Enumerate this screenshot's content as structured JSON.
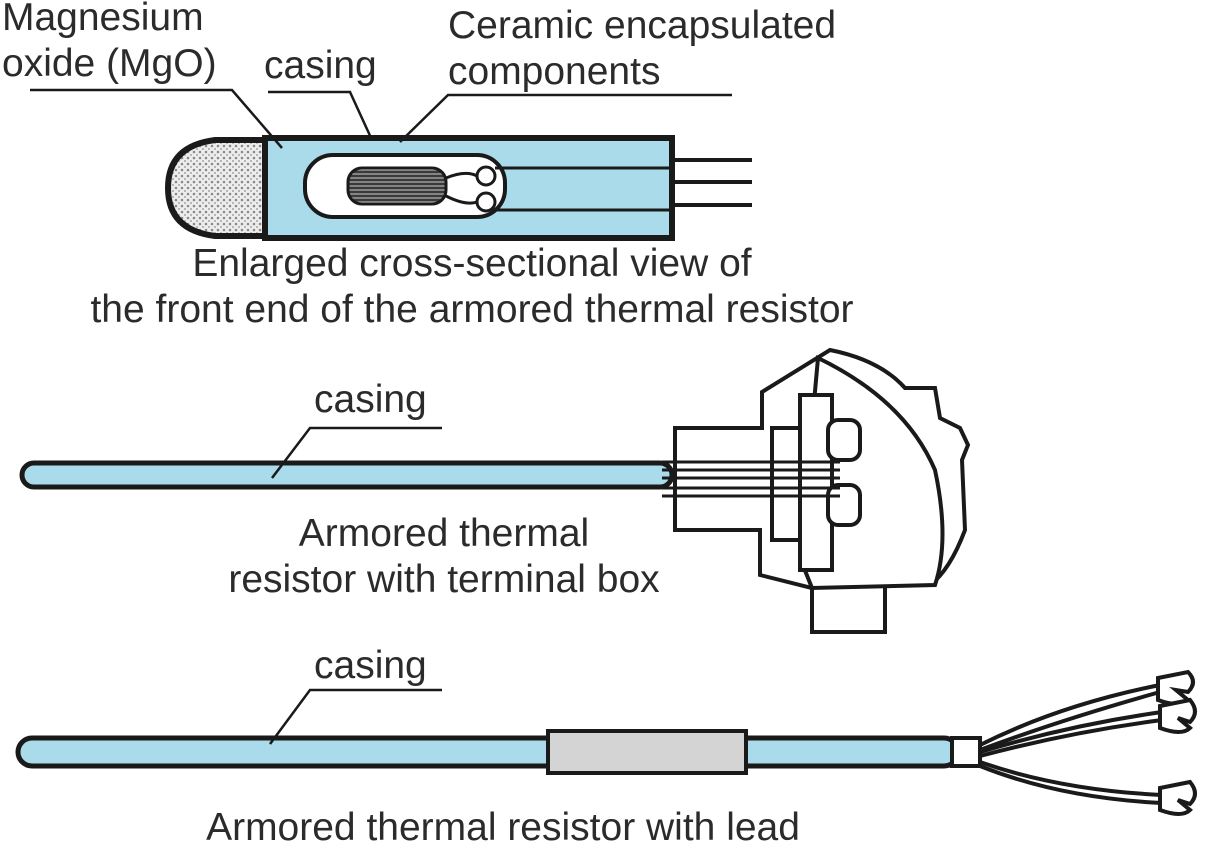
{
  "labels": {
    "mgo_line1": "Magnesium",
    "mgo_line2": "oxide (MgO)",
    "casing_top": "casing",
    "ceramic_line1": "Ceramic encapsulated",
    "ceramic_line2": "components",
    "casing_middle": "casing",
    "casing_bottom": "casing"
  },
  "captions": {
    "cross_section_line1": "Enlarged cross-sectional view of",
    "cross_section_line2": "the front end of the armored thermal resistor",
    "terminal_box_line1": "Armored thermal",
    "terminal_box_line2": "resistor with terminal box",
    "lead_line1": "Armored thermal resistor with lead"
  },
  "colors": {
    "casing_fill": "#a9dbea",
    "outline": "#1a1a1a",
    "sleeve": "#d4d4d4",
    "mgo_fill": "#cfcfcf"
  }
}
